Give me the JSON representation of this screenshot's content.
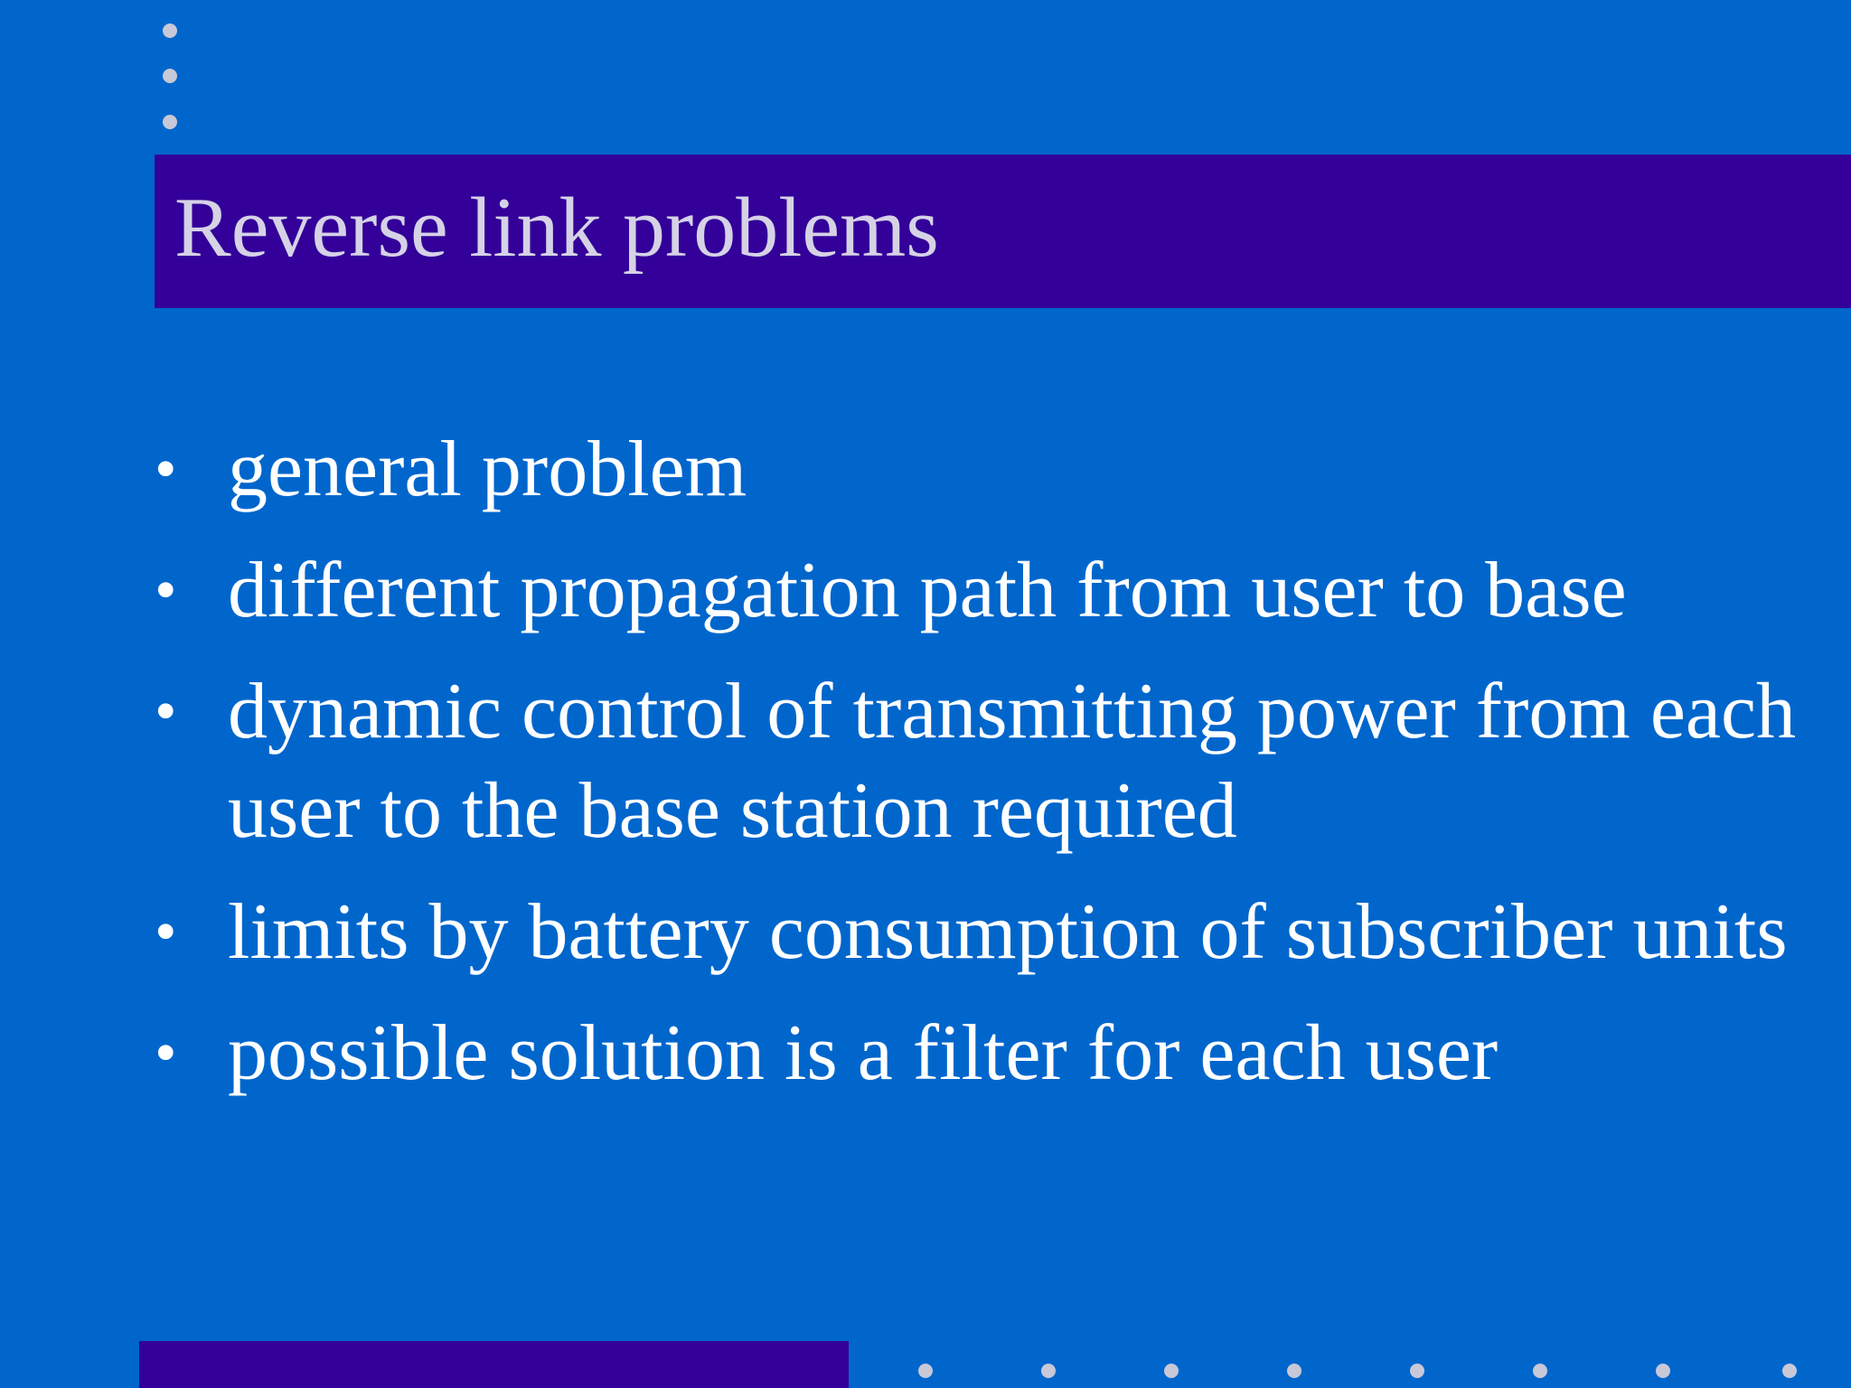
{
  "slide": {
    "title": "Reverse link problems",
    "bullet_glyph": "•",
    "bullets": [
      "general problem",
      "different propagation path from user to base",
      "dynamic control of transmitting power from each user to the base station required",
      "limits by battery consumption of subscriber units",
      "possible solution is a filter for each user"
    ]
  },
  "colors": {
    "background": "#0066cc",
    "title_bar": "#330099",
    "title_text": "#d5d2e6",
    "body_text": "#ffffff",
    "dots": "#c8c8d8"
  }
}
